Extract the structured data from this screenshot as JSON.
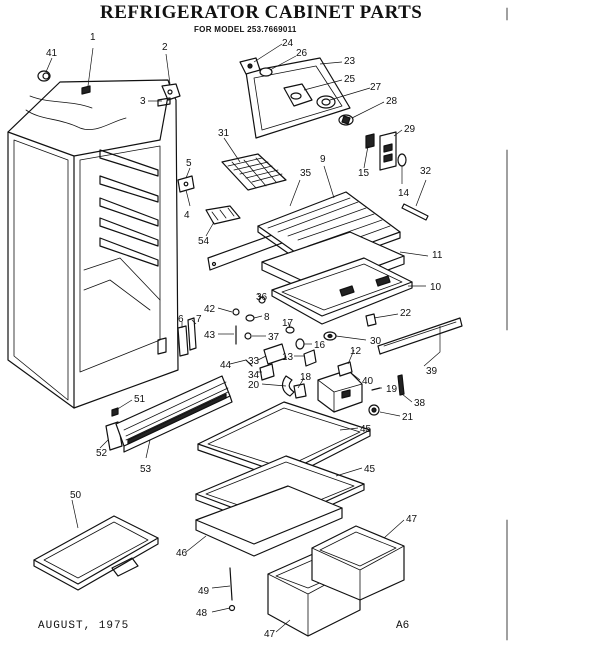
{
  "header": {
    "title": "REFRIGERATOR CABINET PARTS",
    "subtitle": "FOR MODEL 253.7669011"
  },
  "footer": {
    "date": "AUGUST, 1975",
    "page_code": "A6"
  },
  "callouts": [
    {
      "n": "1"
    },
    {
      "n": "2"
    },
    {
      "n": "3"
    },
    {
      "n": "41"
    },
    {
      "n": "24"
    },
    {
      "n": "26"
    },
    {
      "n": "23"
    },
    {
      "n": "25"
    },
    {
      "n": "27"
    },
    {
      "n": "28"
    },
    {
      "n": "29"
    },
    {
      "n": "31"
    },
    {
      "n": "9"
    },
    {
      "n": "5"
    },
    {
      "n": "4"
    },
    {
      "n": "15"
    },
    {
      "n": "14"
    },
    {
      "n": "32"
    },
    {
      "n": "35"
    },
    {
      "n": "54"
    },
    {
      "n": "11"
    },
    {
      "n": "10"
    },
    {
      "n": "36"
    },
    {
      "n": "42"
    },
    {
      "n": "8"
    },
    {
      "n": "7"
    },
    {
      "n": "6"
    },
    {
      "n": "43"
    },
    {
      "n": "37"
    },
    {
      "n": "22"
    },
    {
      "n": "17"
    },
    {
      "n": "16"
    },
    {
      "n": "30"
    },
    {
      "n": "13"
    },
    {
      "n": "12"
    },
    {
      "n": "33"
    },
    {
      "n": "34"
    },
    {
      "n": "44"
    },
    {
      "n": "39"
    },
    {
      "n": "20"
    },
    {
      "n": "18"
    },
    {
      "n": "40"
    },
    {
      "n": "19"
    },
    {
      "n": "38"
    },
    {
      "n": "21"
    },
    {
      "n": "51"
    },
    {
      "n": "52"
    },
    {
      "n": "53"
    },
    {
      "n": "45"
    },
    {
      "n": "45"
    },
    {
      "n": "50"
    },
    {
      "n": "46"
    },
    {
      "n": "47"
    },
    {
      "n": "49"
    },
    {
      "n": "48"
    },
    {
      "n": "47"
    }
  ]
}
